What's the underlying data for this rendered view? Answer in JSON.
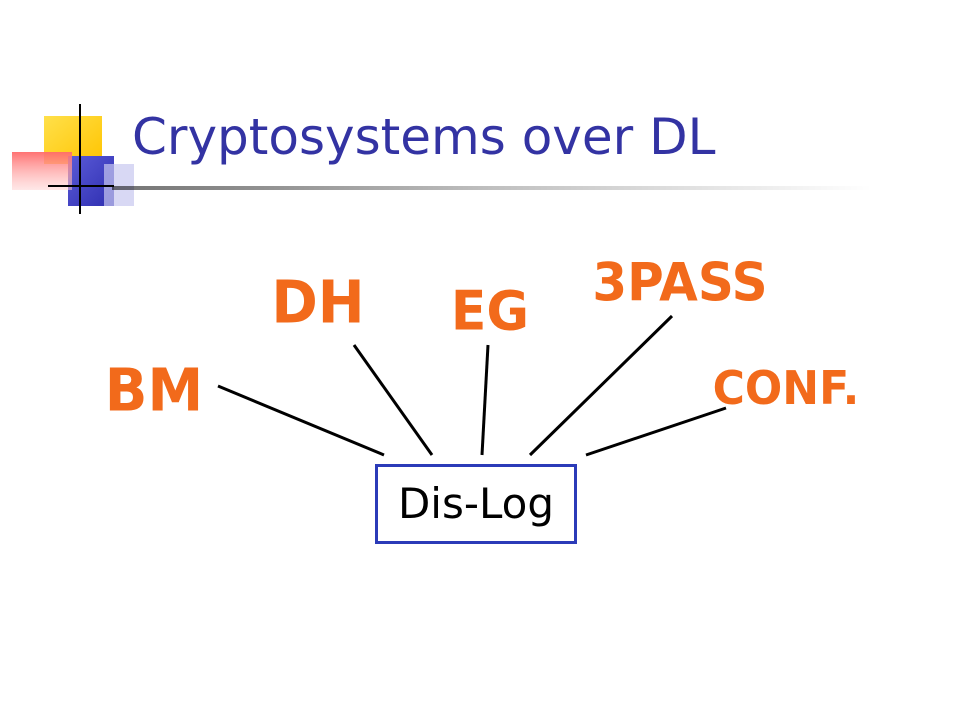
{
  "slide": {
    "title": "Cryptosystems over DL"
  },
  "colors": {
    "title": "#3333a3",
    "accent_yellow": "#ffd21e",
    "accent_blue": "#3b3bc7",
    "accent_red": "#ff4a4a",
    "node_text": "#f26a1b",
    "connector": "#000000",
    "box_border": "#2b3bb8",
    "box_text": "#000000",
    "rule": "#000000"
  },
  "diagram": {
    "center": {
      "label": "Dis-Log"
    },
    "nodes": [
      {
        "id": "bm",
        "label": "BM"
      },
      {
        "id": "dh",
        "label": "DH"
      },
      {
        "id": "eg",
        "label": "EG"
      },
      {
        "id": "3pass",
        "label": "3PASS"
      },
      {
        "id": "conf",
        "label": "CONF."
      }
    ]
  }
}
